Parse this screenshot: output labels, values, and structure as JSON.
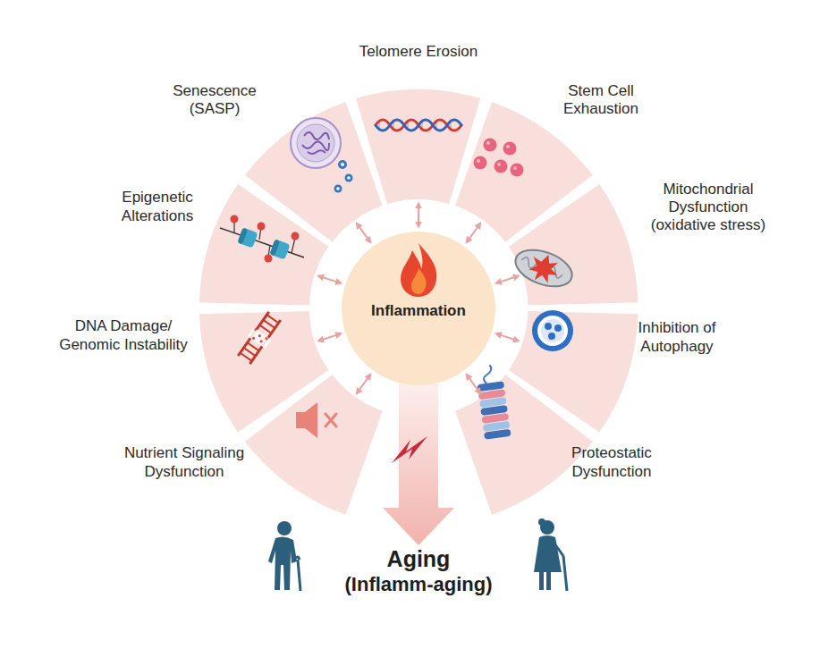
{
  "diagram": {
    "nodes": [
      {
        "text": [
          "Inflammation"
        ]
      },
      {
        "text": [
          "Telomere Erosion"
        ]
      },
      {
        "text": [
          "Stem Cell Exhaustion"
        ]
      },
      {
        "text": [
          "Mitochondrial Dysfunction (oxidative stress)"
        ]
      },
      {
        "text": [
          "Inhibition of Autophagy"
        ]
      },
      {
        "text": [
          "Proteostatic Dysfunction"
        ]
      },
      {
        "text": [
          "Nutrient Signaling Dysfunction"
        ]
      },
      {
        "text": [
          "DNA Damage/ Genomic Instability"
        ]
      },
      {
        "text": [
          "Epigenetic Alterations"
        ]
      },
      {
        "text": [
          "Senescence (SASP)"
        ]
      }
    ],
    "edges": [
      {
        "from": 0,
        "to": 1,
        "arrow": "both"
      },
      {
        "from": 0,
        "to": 2,
        "arrow": "both"
      },
      {
        "from": 0,
        "to": 3,
        "arrow": "both"
      },
      {
        "from": 0,
        "to": 4,
        "arrow": "both"
      },
      {
        "from": 0,
        "to": 5,
        "arrow": "both"
      },
      {
        "from": 0,
        "to": 6,
        "arrow": "both"
      },
      {
        "from": 0,
        "to": 7,
        "arrow": "both"
      },
      {
        "from": 0,
        "to": 8,
        "arrow": "both"
      },
      {
        "from": 0,
        "to": 9,
        "arrow": "both"
      }
    ],
    "labels": [
      "Aging",
      "(Inflamm-aging)"
    ]
  }
}
